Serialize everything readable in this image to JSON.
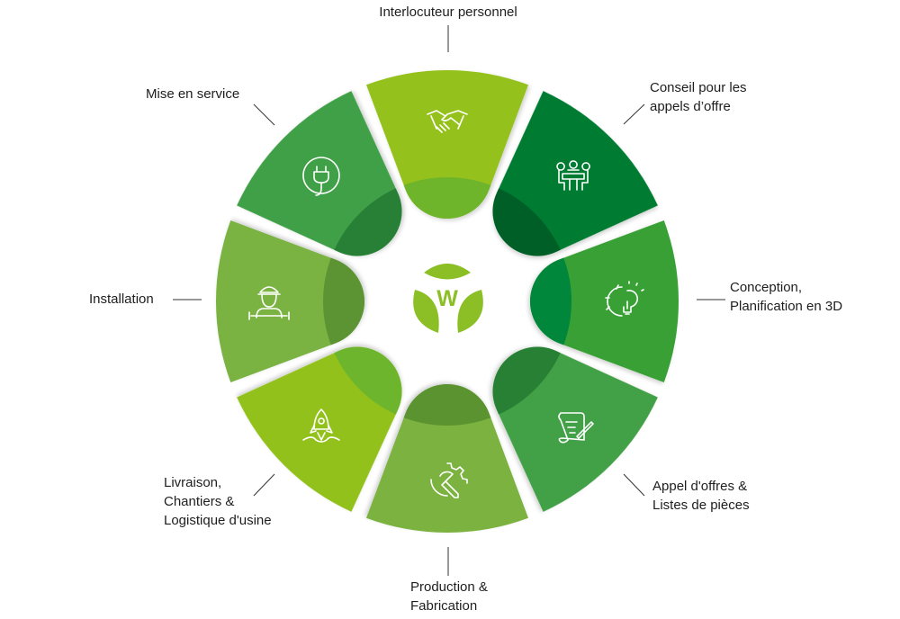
{
  "logo": {
    "letter": "W",
    "color": "#8cbf26"
  },
  "segments": [
    {
      "id": "interlocuteur",
      "label": [
        "Interlocuteur personnel"
      ],
      "icon": "handshake-icon",
      "color": "#95c11f",
      "overlay": "#6fb52c"
    },
    {
      "id": "conseil",
      "label": [
        "Conseil pour les",
        "appels d’offre"
      ],
      "icon": "meeting-table-icon",
      "color": "#007c32",
      "overlay": "#005e27"
    },
    {
      "id": "conception",
      "label": [
        "Conception,",
        "Planification en 3D"
      ],
      "icon": "gear-lightbulb-icon",
      "color": "#38a034",
      "overlay": "#00873c"
    },
    {
      "id": "appel",
      "label": [
        "Appel d'offres &",
        "Listes de pièces"
      ],
      "icon": "scroll-pen-icon",
      "color": "#43a047",
      "overlay": "#278034"
    },
    {
      "id": "production",
      "label": [
        "Production &",
        "Fabrication"
      ],
      "icon": "gear-wrench-icon",
      "color": "#7bb241",
      "overlay": "#5b9331"
    },
    {
      "id": "livraison",
      "label": [
        "Livraison,",
        "Chantiers &",
        "Logistique d'usine"
      ],
      "icon": "rocket-icon",
      "color": "#93c11f",
      "overlay": "#6db52d"
    },
    {
      "id": "installation",
      "label": [
        "Installation"
      ],
      "icon": "worker-wrench-icon",
      "color": "#7ab342",
      "overlay": "#5c9433"
    },
    {
      "id": "mise",
      "label": [
        "Mise en service"
      ],
      "icon": "plug-icon",
      "color": "#41a047",
      "overlay": "#287f36"
    }
  ]
}
